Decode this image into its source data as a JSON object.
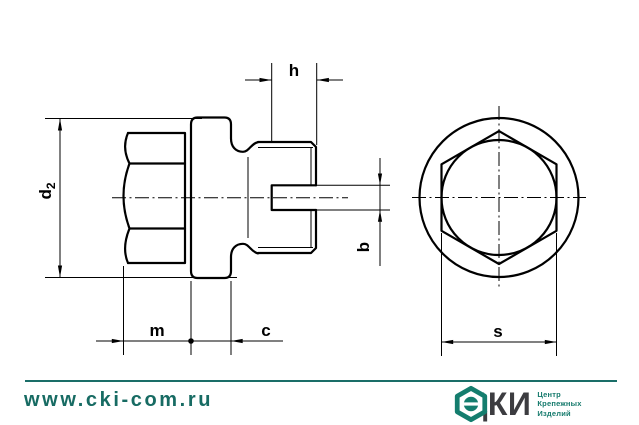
{
  "drawing": {
    "line_color": "#000000",
    "dimension_labels": {
      "d2_base": "d",
      "d2_sub": "2",
      "h": "h",
      "b": "b",
      "m": "m",
      "c": "c",
      "s": "s"
    }
  },
  "footer": {
    "divider_color": "#1A6E68",
    "website": "www.cki-com.ru",
    "logo": {
      "icon": "hex-slotted-plug-icon",
      "icon_color": "#147D6E",
      "abbr": "ЦКИ",
      "abbr_color": "#3C3C40",
      "tagline": [
        "Центр",
        "Крепежных",
        "Изделий"
      ],
      "tagline_color": "#157A6C"
    }
  }
}
